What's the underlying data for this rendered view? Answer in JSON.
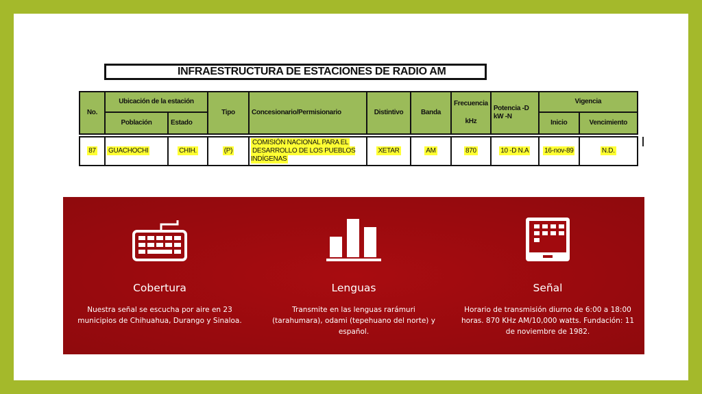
{
  "table": {
    "title": "INFRAESTRUCTURA DE ESTACIONES DE RADIO AM",
    "headers": {
      "no": "No.",
      "ubicacion": "Ubicación de la estación",
      "poblacion": "Población",
      "estado": "Estado",
      "tipo": "Tipo",
      "concesionario": "Concesionario/Permisionario",
      "distintivo": "Distintivo",
      "banda": "Banda",
      "frecuencia": "Frecuencia",
      "khz": "kHz",
      "potencia": "Potencia -D",
      "kw_n": "kW -N",
      "vigencia": "Vigencia",
      "inicio": "Inicio",
      "vencimiento": "Vencimiento"
    },
    "row": {
      "no": "87",
      "poblacion": "GUACHOCHI",
      "estado": "CHIH.",
      "tipo": "(P)",
      "concesionario_line1": "COMISIÓN NACIONAL PARA EL",
      "concesionario_line2": "DESARROLLO DE LOS PUEBLOS INDÍGENAS",
      "distintivo": "XETAR",
      "banda": "AM",
      "frecuencia": "870",
      "potencia": "10 -D  N.A",
      "inicio": "16-nov-89",
      "vencimiento": "N.D."
    }
  },
  "features": [
    {
      "icon": "keyboard-icon",
      "title": "Cobertura",
      "description": "Nuestra señal se escucha por aire en 23 municipios de Chihuahua, Durango y Sinaloa."
    },
    {
      "icon": "bar-chart-icon",
      "title": "Lenguas",
      "description": "Transmite en las lenguas rarámuri (tarahumara), odami (tepehuano del norte) y español."
    },
    {
      "icon": "tablet-icon",
      "title": "Señal",
      "description": "Horario de transmisión diurno de 6:00 a 18:00 horas. 870 KHz AM/10,000 watts. Fundación: 11 de noviembre de 1982."
    }
  ],
  "colors": {
    "frame": "#a4b92b",
    "header_green": "#9bbb59",
    "panel_red": "#a10a0e",
    "highlight": "#ffff33"
  }
}
